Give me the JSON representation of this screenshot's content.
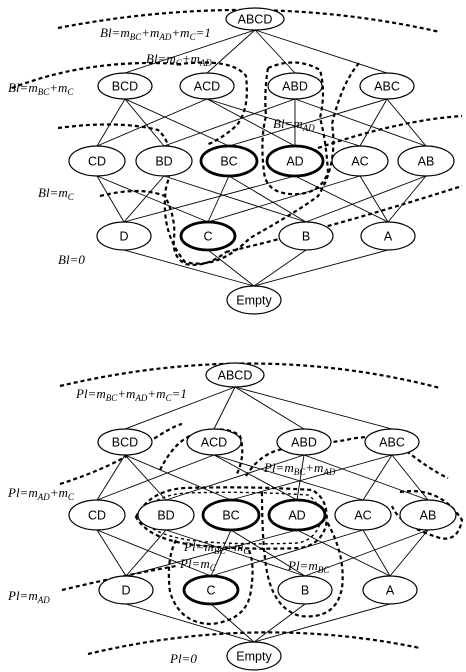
{
  "panels": [
    {
      "id": "bl",
      "nodes": {
        "ABCD": "ABCD",
        "BCD": "BCD",
        "ACD": "ACD",
        "ABD": "ABD",
        "ABC": "ABC",
        "CD": "CD",
        "BD": "BD",
        "BC": "BC",
        "AD": "AD",
        "AC": "AC",
        "AB": "AB",
        "D": "D",
        "C": "C",
        "B": "B",
        "A": "A",
        "Empty": "Empty"
      },
      "highlighted": [
        "BC",
        "AD",
        "C"
      ],
      "annotations": {
        "top": "Bl=m_BC+m_AD+m_C=1",
        "c_ad": "Bl=m_C+m_AD",
        "bc_c": "Bl=m_BC+m_C",
        "ad": "Bl=m_AD",
        "c": "Bl=m_C",
        "zero": "Bl=0"
      }
    },
    {
      "id": "pl",
      "nodes": {
        "ABCD": "ABCD",
        "BCD": "BCD",
        "ACD": "ACD",
        "ABD": "ABD",
        "ABC": "ABC",
        "CD": "CD",
        "BD": "BD",
        "BC": "BC",
        "AD": "AD",
        "AC": "AC",
        "AB": "AB",
        "D": "D",
        "C": "C",
        "B": "B",
        "A": "A",
        "Empty": "Empty"
      },
      "highlighted": [
        "BC",
        "AD",
        "C"
      ],
      "annotations": {
        "top": "Pl=m_BC+m_AD+m_C=1",
        "bc_ad": "Pl=m_BC+m_AD",
        "ad_c": "Pl=m_AD+m_C",
        "bc_c": "Pl=m_BC+m_C",
        "c": "Pl=m_C",
        "bc": "Pl=m_BC",
        "ad": "Pl=m_AD",
        "zero": "Pl=0"
      }
    }
  ]
}
